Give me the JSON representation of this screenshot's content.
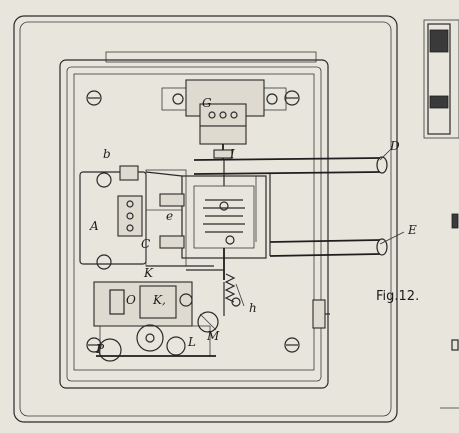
{
  "figure": {
    "caption": "Fig.12.",
    "labels": {
      "A": "A",
      "b": "b",
      "C": "C",
      "D": "D",
      "E": "E",
      "e": "e",
      "G": "G",
      "h": "h",
      "I": "I",
      "K": "K",
      "K1": "K,",
      "L": "L",
      "M": "M",
      "O": "O",
      "P": "P"
    }
  }
}
